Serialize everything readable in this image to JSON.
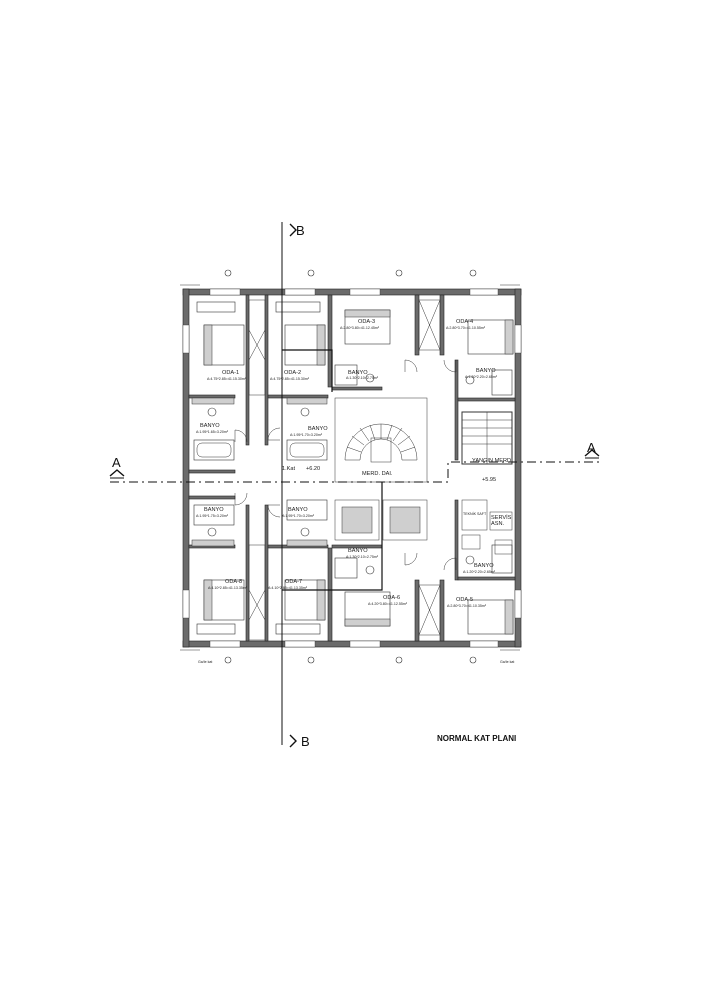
{
  "drawing_title": "NORMAL KAT PLANI",
  "section_marks": {
    "a_left": "A",
    "a_right": "A",
    "b_top": "B",
    "b_bottom": "B"
  },
  "level": {
    "floor": "1.Kat",
    "elev_main": "+6.20",
    "elev_service": "+5.95"
  },
  "stair_label": "MERD. DAI.",
  "fire_stair_label": "YANGIN MERD.",
  "service_room": {
    "label": "SERVİS",
    "sub": "ASN."
  },
  "trash_label": "TEKNİK SAFT",
  "rooms": [
    {
      "name": "ODA-1",
      "area": "A:4.75*2.85=41.15.30m²"
    },
    {
      "name": "ODA-2",
      "area": "A:4.75*2.85=41.15.30m²"
    },
    {
      "name": "ODA-3",
      "area": "A:2.80*3.80=41.12.45m²"
    },
    {
      "name": "ODA-4",
      "area": "A:2.80*3.70=41.10.55m²"
    },
    {
      "name": "ODA-5",
      "area": "A:2.80*3.70=41.10.35m²"
    },
    {
      "name": "ODA-6",
      "area": "A:4.20*3.80=41.12.55m²"
    },
    {
      "name": "ODA-7",
      "area": "A:4.10*2.85=41.13.35m²"
    },
    {
      "name": "ODA-8",
      "area": "A:4.10*2.85=41.13.35m²"
    }
  ],
  "baths": [
    {
      "name": "BANYO",
      "area": "A:1.95*1.65=3.20m²"
    },
    {
      "name": "BANYO",
      "area": "A:1.95*1.70=3.20m²"
    },
    {
      "name": "BANYO",
      "area": "A:1.30*2.10=2.75m²"
    },
    {
      "name": "BANYO",
      "area": "A:1.20*2.20=2.65m²"
    },
    {
      "name": "BANYO",
      "area": "A:1.95*1.75=3.20m²"
    },
    {
      "name": "BANYO",
      "area": "A:1.95*1.70=3.20m²"
    },
    {
      "name": "BANYO",
      "area": "A:1.30*2.10=2.75m²"
    },
    {
      "name": "BANYO",
      "area": "A:1.20*2.20=2.65m²"
    }
  ]
}
